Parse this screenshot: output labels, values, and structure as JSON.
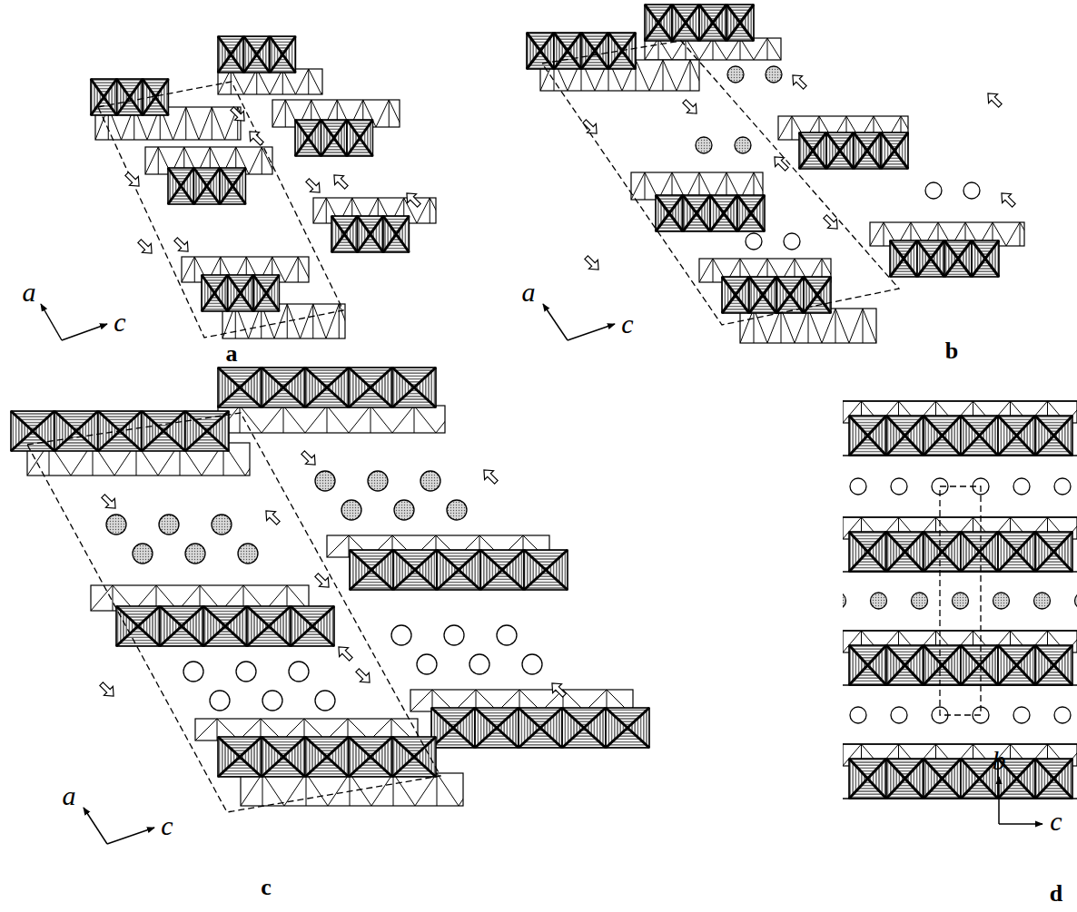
{
  "diagram": {
    "labels": [
      "a",
      "c",
      "a",
      "a",
      "c",
      "b",
      "a",
      "c",
      "c",
      "b",
      "c",
      "d"
    ]
  }
}
